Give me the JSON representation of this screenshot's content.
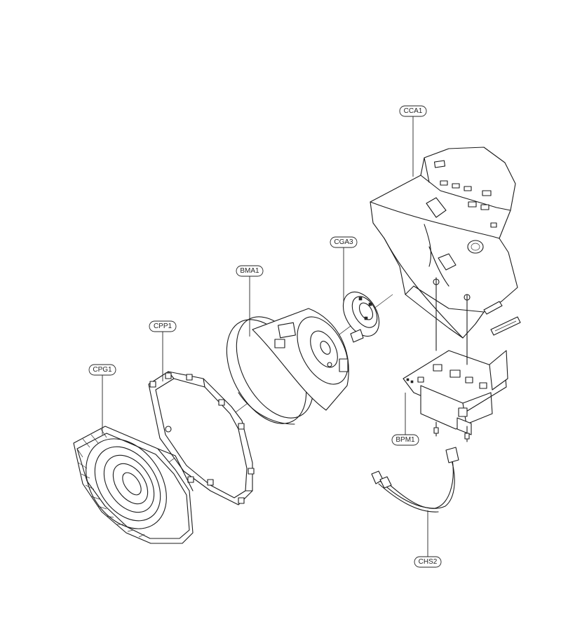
{
  "parts": [
    {
      "id": "cca1",
      "label": "CCA1"
    },
    {
      "id": "cga3",
      "label": "CGA3"
    },
    {
      "id": "bma1",
      "label": "BMA1"
    },
    {
      "id": "cpp1",
      "label": "CPP1"
    },
    {
      "id": "cpg1",
      "label": "CPG1"
    },
    {
      "id": "bpm1",
      "label": "BPM1"
    },
    {
      "id": "chs2",
      "label": "CHS2"
    }
  ]
}
